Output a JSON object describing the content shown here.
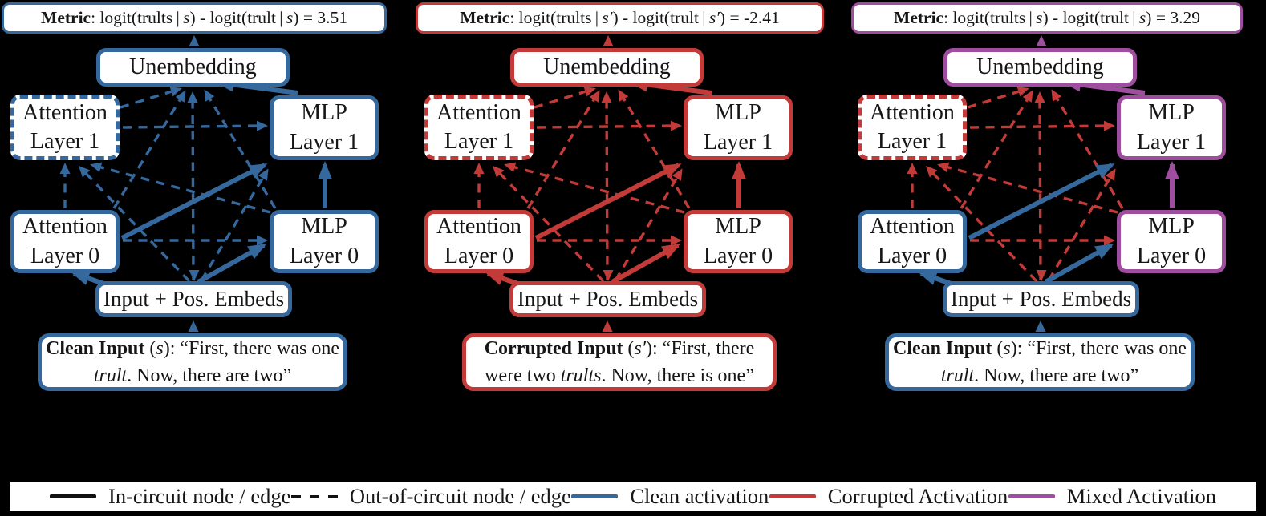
{
  "colors": {
    "background": "#000000",
    "clean": "#35689D",
    "corrupted": "#C23B38",
    "mixed": "#9F4D9E",
    "node_background": "#FFFFFF",
    "text": "#161616",
    "legend_background": "#FFFFFF"
  },
  "node_labels": {
    "unembedding": "Unembedding",
    "attn1_line1": "Attention",
    "attn1_line2": "Layer 1",
    "mlp1_line1": "MLP",
    "mlp1_line2": "Layer 1",
    "attn0_line1": "Attention",
    "attn0_line2": "Layer 0",
    "mlp0_line1": "MLP",
    "mlp0_line2": "Layer 0",
    "input": "Input + Pos. Embeds"
  },
  "graph": {
    "in_circuit_edges": [
      "Input→Attn L0",
      "Input→MLP L0",
      "Attn L0→MLP L1",
      "MLP L0→MLP L1",
      "MLP L1→Unembedding"
    ],
    "out_of_circuit_edges": [
      "Input→Attn L1",
      "Input→MLP L1",
      "Input→Unembedding",
      "Attn L0→MLP L0",
      "Attn L0→Attn L1",
      "Attn L0→Unembedding",
      "MLP L0→Attn L1",
      "MLP L0→Unembedding",
      "Attn L1→MLP L1",
      "Attn L1→Unembedding"
    ],
    "out_of_circuit_nodes": [
      "Attention Layer 1"
    ]
  },
  "panels": [
    {
      "name": "clean-run",
      "default_state": "clean",
      "metric_value": "3.51",
      "metric_segments": [
        {
          "t": "Metric",
          "b": true
        },
        {
          "t": ": logit(trults | "
        },
        {
          "t": "s",
          "i": true
        },
        {
          "t": ") - logit(trult | "
        },
        {
          "t": "s",
          "i": true
        },
        {
          "t": ") = 3.51"
        }
      ],
      "input_segments": [
        {
          "t": "Clean Input",
          "b": true
        },
        {
          "t": " ("
        },
        {
          "t": "s",
          "i": true
        },
        {
          "t": "): “First, there was one "
        },
        {
          "t": "trult",
          "i": true
        },
        {
          "t": ". Now, there are two”"
        }
      ],
      "node_states": {},
      "edge_states": {}
    },
    {
      "name": "corrupted-run",
      "default_state": "corrupted",
      "metric_value": "-2.41",
      "metric_segments": [
        {
          "t": "Metric",
          "b": true
        },
        {
          "t": ": logit(trults | "
        },
        {
          "t": "s′",
          "i": true
        },
        {
          "t": ") - logit(trult | "
        },
        {
          "t": "s′",
          "i": true
        },
        {
          "t": ") = -2.41"
        }
      ],
      "input_segments": [
        {
          "t": "Corrupted Input",
          "b": true
        },
        {
          "t": " ("
        },
        {
          "t": "s′",
          "i": true
        },
        {
          "t": "): “First, there were two "
        },
        {
          "t": "trults",
          "i": true
        },
        {
          "t": ". Now, there is one”"
        }
      ],
      "node_states": {},
      "edge_states": {}
    },
    {
      "name": "mixed-patched-run",
      "default_state": "corrupted",
      "metric_value": "3.29",
      "metric_segments": [
        {
          "t": "Metric",
          "b": true
        },
        {
          "t": ": logit(trults | "
        },
        {
          "t": "s",
          "i": true
        },
        {
          "t": ") - logit(trult | "
        },
        {
          "t": "s",
          "i": true
        },
        {
          "t": ") = 3.29"
        }
      ],
      "input_segments": [
        {
          "t": "Clean Input",
          "b": true
        },
        {
          "t": " ("
        },
        {
          "t": "s",
          "i": true
        },
        {
          "t": "): “First, there was one "
        },
        {
          "t": "trult",
          "i": true
        },
        {
          "t": ". Now, there are two”"
        }
      ],
      "node_states": {
        "metric": "mixed",
        "unembedding": "mixed",
        "mlp1": "mixed",
        "mlp0": "mixed",
        "attn0": "clean",
        "attn1": "corrupted",
        "input": "clean",
        "clean_input": "clean"
      },
      "edge_states": {
        "clean_to_input": "clean",
        "input_attn0": "clean",
        "input_mlp0": "clean",
        "attn0_mlp1": "clean",
        "mlp0_mlp1": "mixed",
        "mlp1_unembed": "mixed",
        "unembed_metric": "mixed"
      }
    }
  ],
  "legend": {
    "items": [
      {
        "swatch_class": "sw sw-black",
        "label": "In-circuit node / edge"
      },
      {
        "swatch_class": "sw sw-dash",
        "label": "Out-of-circuit node / edge"
      },
      {
        "swatch_class": "sw sw-clean",
        "label": "Clean activation"
      },
      {
        "swatch_class": "sw sw-corrupted",
        "label": "Corrupted Activation"
      },
      {
        "swatch_class": "sw sw-mixed",
        "label": "Mixed Activation"
      }
    ]
  }
}
